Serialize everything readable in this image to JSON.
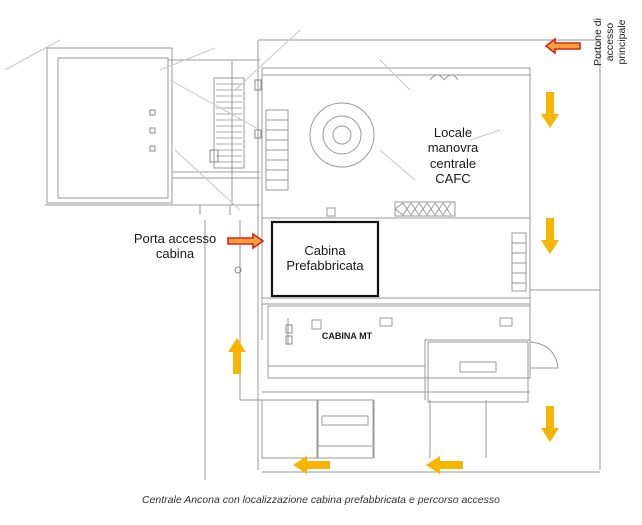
{
  "labels": {
    "locale_manovra": [
      "Locale",
      "manovra",
      "centrale",
      "CAFC"
    ],
    "porta_accesso": [
      "Porta accesso",
      "cabina"
    ],
    "cabina_prefabbricata": [
      "Cabina",
      "Prefabbricata"
    ],
    "cabina_mt": "CABINA MT",
    "portone": [
      "Portone di",
      "accesso",
      "principale"
    ]
  },
  "caption": "Centrale Ancona con localizzazione cabina prefabbricata e percorso accesso",
  "colors": {
    "arrow_red_fill": "#f4a23a",
    "arrow_red_stroke": "#d9241c",
    "arrow_yellow": "#f7b500",
    "line": "#8a8a8a",
    "box": "#111111"
  }
}
